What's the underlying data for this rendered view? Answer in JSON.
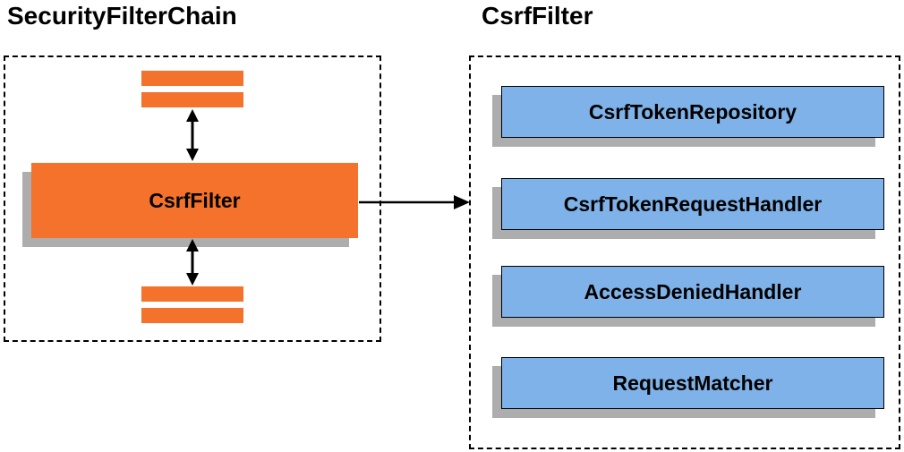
{
  "colors": {
    "orange": "#F4722B",
    "blue": "#7FB2E8",
    "shadow": "#ADADAD"
  },
  "left_panel": {
    "title": "SecurityFilterChain",
    "filter_box_label": "CsrfFilter"
  },
  "right_panel": {
    "title": "CsrfFilter",
    "components": [
      {
        "label": "CsrfTokenRepository"
      },
      {
        "label": "CsrfTokenRequestHandler"
      },
      {
        "label": "AccessDeniedHandler"
      },
      {
        "label": "RequestMatcher"
      }
    ]
  }
}
